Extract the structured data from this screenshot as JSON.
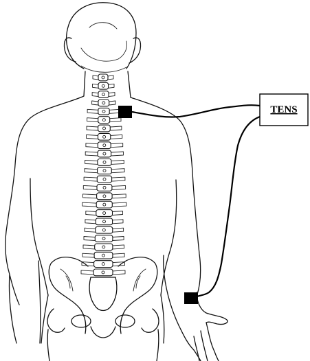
{
  "device": {
    "label": "TENS"
  },
  "figure": {
    "view": "posterior",
    "electrode_sites": [
      "upper-back",
      "wrist"
    ],
    "colors": {
      "ink": "#111111",
      "electrode": "#000000",
      "background": "#ffffff"
    }
  }
}
